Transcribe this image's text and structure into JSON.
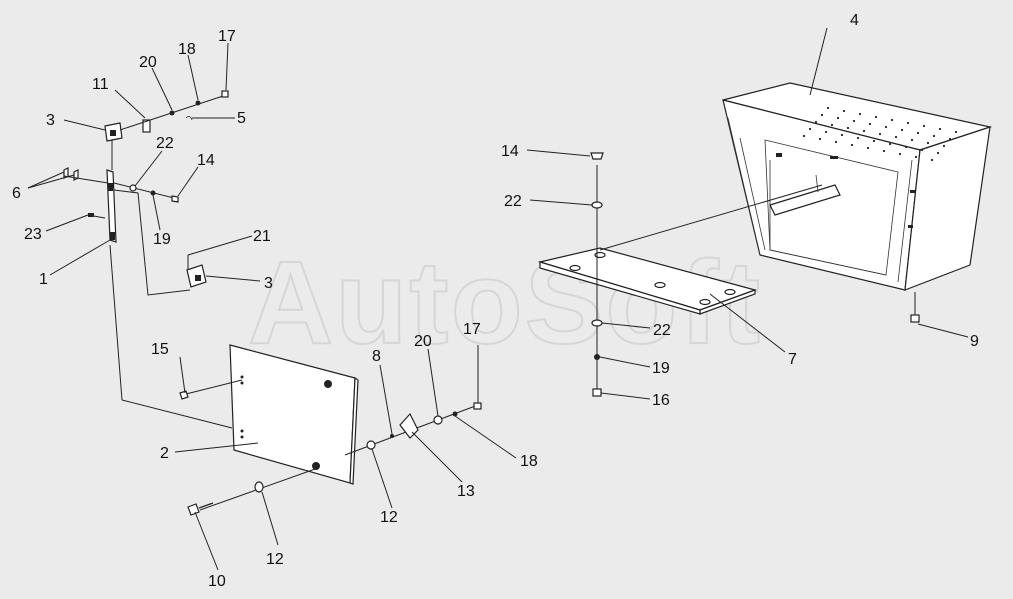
{
  "watermark": "AutoSoft",
  "callouts": {
    "c1": "1",
    "c2": "2",
    "c3a": "3",
    "c3b": "3",
    "c4": "4",
    "c5": "5",
    "c6": "6",
    "c7": "7",
    "c8": "8",
    "c9": "9",
    "c10": "10",
    "c11": "11",
    "c12a": "12",
    "c12b": "12",
    "c13": "13",
    "c14a": "14",
    "c14b": "14",
    "c15": "15",
    "c16": "16",
    "c17a": "17",
    "c17b": "17",
    "c18a": "18",
    "c18b": "18",
    "c19a": "19",
    "c19b": "19",
    "c20a": "20",
    "c20b": "20",
    "c21": "21",
    "c22a": "22",
    "c22b": "22",
    "c22c": "22",
    "c23": "23"
  },
  "colors": {
    "background": "#ebebeb",
    "line": "#222222",
    "part_fill": "#ffffff",
    "watermark": "#d6d6d6"
  }
}
